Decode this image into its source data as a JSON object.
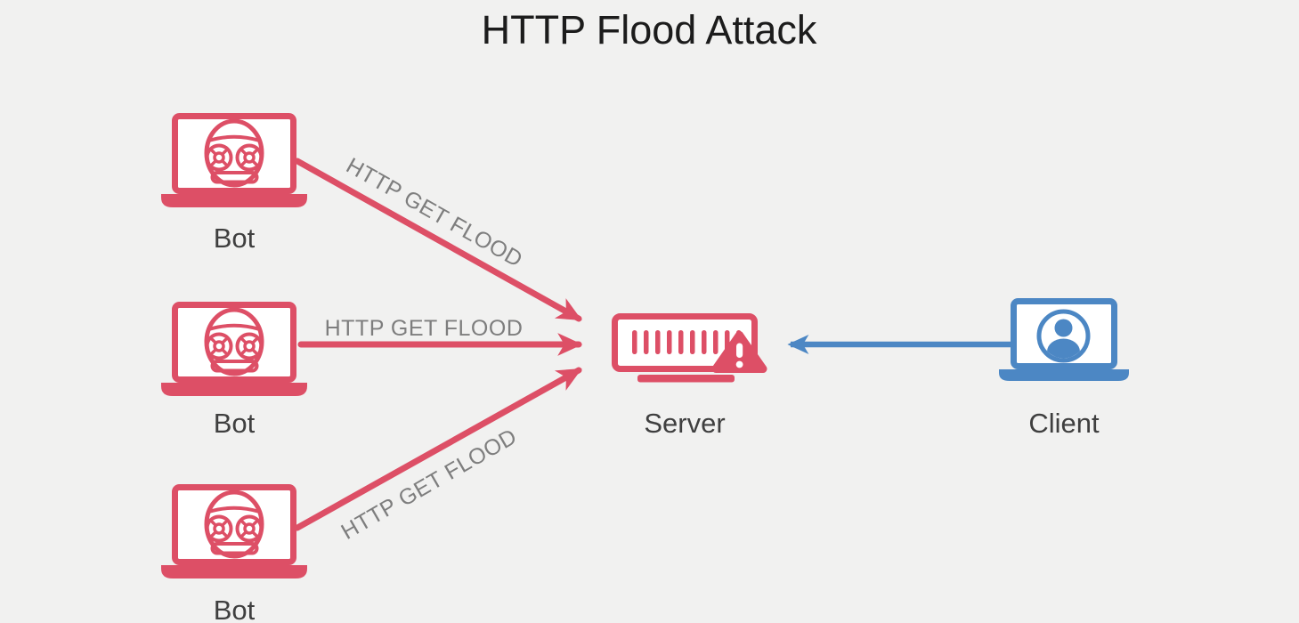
{
  "title": "HTTP Flood Attack",
  "nodes": {
    "bots": [
      {
        "label": "Bot",
        "icon": "robot-laptop-icon"
      },
      {
        "label": "Bot",
        "icon": "robot-laptop-icon"
      },
      {
        "label": "Bot",
        "icon": "robot-laptop-icon"
      }
    ],
    "server": {
      "label": "Server",
      "icon": "server-icon",
      "status_icon": "warning-triangle-icon"
    },
    "client": {
      "label": "Client",
      "icon": "user-laptop-icon"
    }
  },
  "edges": {
    "attack": [
      {
        "from": "bot-1",
        "to": "server",
        "label": "HTTP GET FLOOD"
      },
      {
        "from": "bot-2",
        "to": "server",
        "label": "HTTP GET FLOOD"
      },
      {
        "from": "bot-3",
        "to": "server",
        "label": "HTTP GET FLOOD"
      }
    ],
    "client_request": {
      "from": "client",
      "to": "server"
    }
  },
  "colors": {
    "background": "#f1f1f0",
    "attack": "#dd4f66",
    "client_blue": "#4c87c4",
    "edge_label_gray": "#7e7e7e",
    "node_label_gray": "#3f3f3f",
    "title_black": "#1c1c1c"
  }
}
